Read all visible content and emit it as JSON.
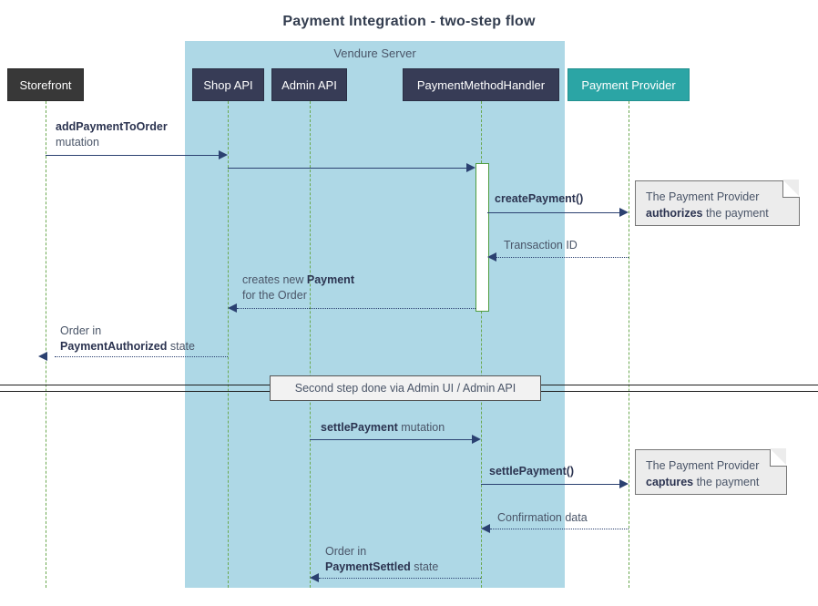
{
  "diagram": {
    "title": "Payment Integration - two-step flow",
    "group_label": "Vendure Server",
    "colors": {
      "group_fill": "#aed8e6",
      "actor_dark": "#383838",
      "actor_navy": "#373c56",
      "actor_teal": "#2ba5a5",
      "arrow": "#2b4171",
      "lifeline": "#6aa84f",
      "note_fill": "#ececec",
      "text": "#4a5568"
    }
  },
  "participants": [
    {
      "id": "storefront",
      "label": "Storefront"
    },
    {
      "id": "shop-api",
      "label": "Shop API"
    },
    {
      "id": "admin-api",
      "label": "Admin API"
    },
    {
      "id": "pmh",
      "label": "PaymentMethodHandler"
    },
    {
      "id": "provider",
      "label": "Payment Provider"
    }
  ],
  "messages": [
    {
      "id": "m1",
      "from": "storefront",
      "to": "shop-api",
      "style": "solid",
      "line1": "addPaymentToOrder",
      "line1_bold": true,
      "line2": "mutation",
      "line2_bold": false
    },
    {
      "id": "m2",
      "from": "shop-api",
      "to": "pmh",
      "style": "solid",
      "line1": "",
      "line2": ""
    },
    {
      "id": "m3",
      "from": "pmh",
      "to": "provider",
      "style": "solid",
      "line1": "createPayment()",
      "line1_bold": true,
      "line2": ""
    },
    {
      "id": "m4",
      "from": "provider",
      "to": "pmh",
      "style": "dotted",
      "line1": "Transaction ID",
      "line1_bold": false,
      "line2": ""
    },
    {
      "id": "m5",
      "from": "pmh",
      "to": "shop-api",
      "style": "dotted",
      "line1_pre": "creates new ",
      "line1_bold_text": "Payment",
      "line2": "for the Order"
    },
    {
      "id": "m6",
      "from": "shop-api",
      "to": "storefront",
      "style": "dotted",
      "line1": "Order in",
      "line2_bold_text": "PaymentAuthorized",
      "line2_post": " state"
    },
    {
      "id": "m7",
      "from": "admin-api",
      "to": "pmh",
      "style": "solid",
      "line1_bold_text": "settlePayment",
      "line1_post": " mutation"
    },
    {
      "id": "m8",
      "from": "pmh",
      "to": "provider",
      "style": "solid",
      "line1": "settlePayment()",
      "line1_bold": true
    },
    {
      "id": "m9",
      "from": "provider",
      "to": "pmh",
      "style": "dotted",
      "line1": "Confirmation data",
      "line1_bold": false
    },
    {
      "id": "m10",
      "from": "pmh",
      "to": "admin-api",
      "style": "dotted",
      "line1": "Order in",
      "line2_bold_text": "PaymentSettled",
      "line2_post": " state"
    }
  ],
  "notes": [
    {
      "id": "note-authorize",
      "line1": "The Payment Provider",
      "bold": "authorizes",
      "line2_post": " the payment"
    },
    {
      "id": "note-capture",
      "line1": "The Payment Provider",
      "bold": "captures",
      "line2_post": " the payment"
    }
  ],
  "divider": {
    "label": "Second step done via Admin UI / Admin API"
  },
  "labels": {
    "m1_line1": "addPaymentToOrder",
    "m1_line2": "mutation",
    "m3": "createPayment()",
    "m4": "Transaction ID",
    "m5_pre": "creates new ",
    "m5_bold": "Payment",
    "m5_line2": "for the Order",
    "m6_line1": "Order in",
    "m6_bold": "PaymentAuthorized",
    "m6_post": " state",
    "m7_bold": "settlePayment",
    "m7_post": " mutation",
    "m8": "settlePayment()",
    "m9": "Confirmation data",
    "m10_line1": "Order in",
    "m10_bold": "PaymentSettled",
    "m10_post": " state",
    "note1_line1": "The Payment Provider",
    "note1_bold": "authorizes",
    "note1_post": " the payment",
    "note2_line1": "The Payment Provider",
    "note2_bold": "captures",
    "note2_post": " the payment",
    "divider": "Second step done via Admin UI / Admin API"
  }
}
